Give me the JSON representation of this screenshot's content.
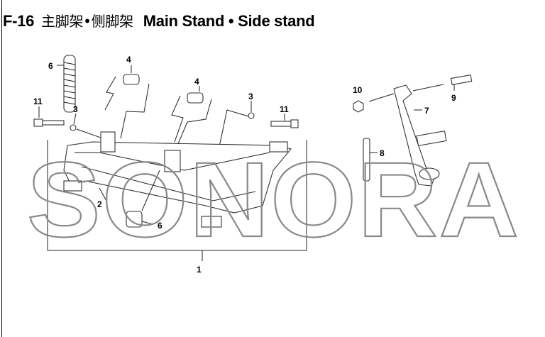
{
  "title": {
    "code": "F-16",
    "chinese": "主脚架•侧脚架",
    "english": "Main Stand • Side stand"
  },
  "watermark": "SONORA",
  "callouts": {
    "spring_top": "6",
    "collar_left": "4",
    "collar_right": "4",
    "bolt_left": "11",
    "washer_left": "3",
    "washer_right": "3",
    "bolt_right": "11",
    "nut": "10",
    "side_stand": "7",
    "pivot_bolt": "9",
    "side_spring": "8",
    "stand_arm": "2",
    "stopper_rubber": "6",
    "main_stand_assy": "1"
  }
}
